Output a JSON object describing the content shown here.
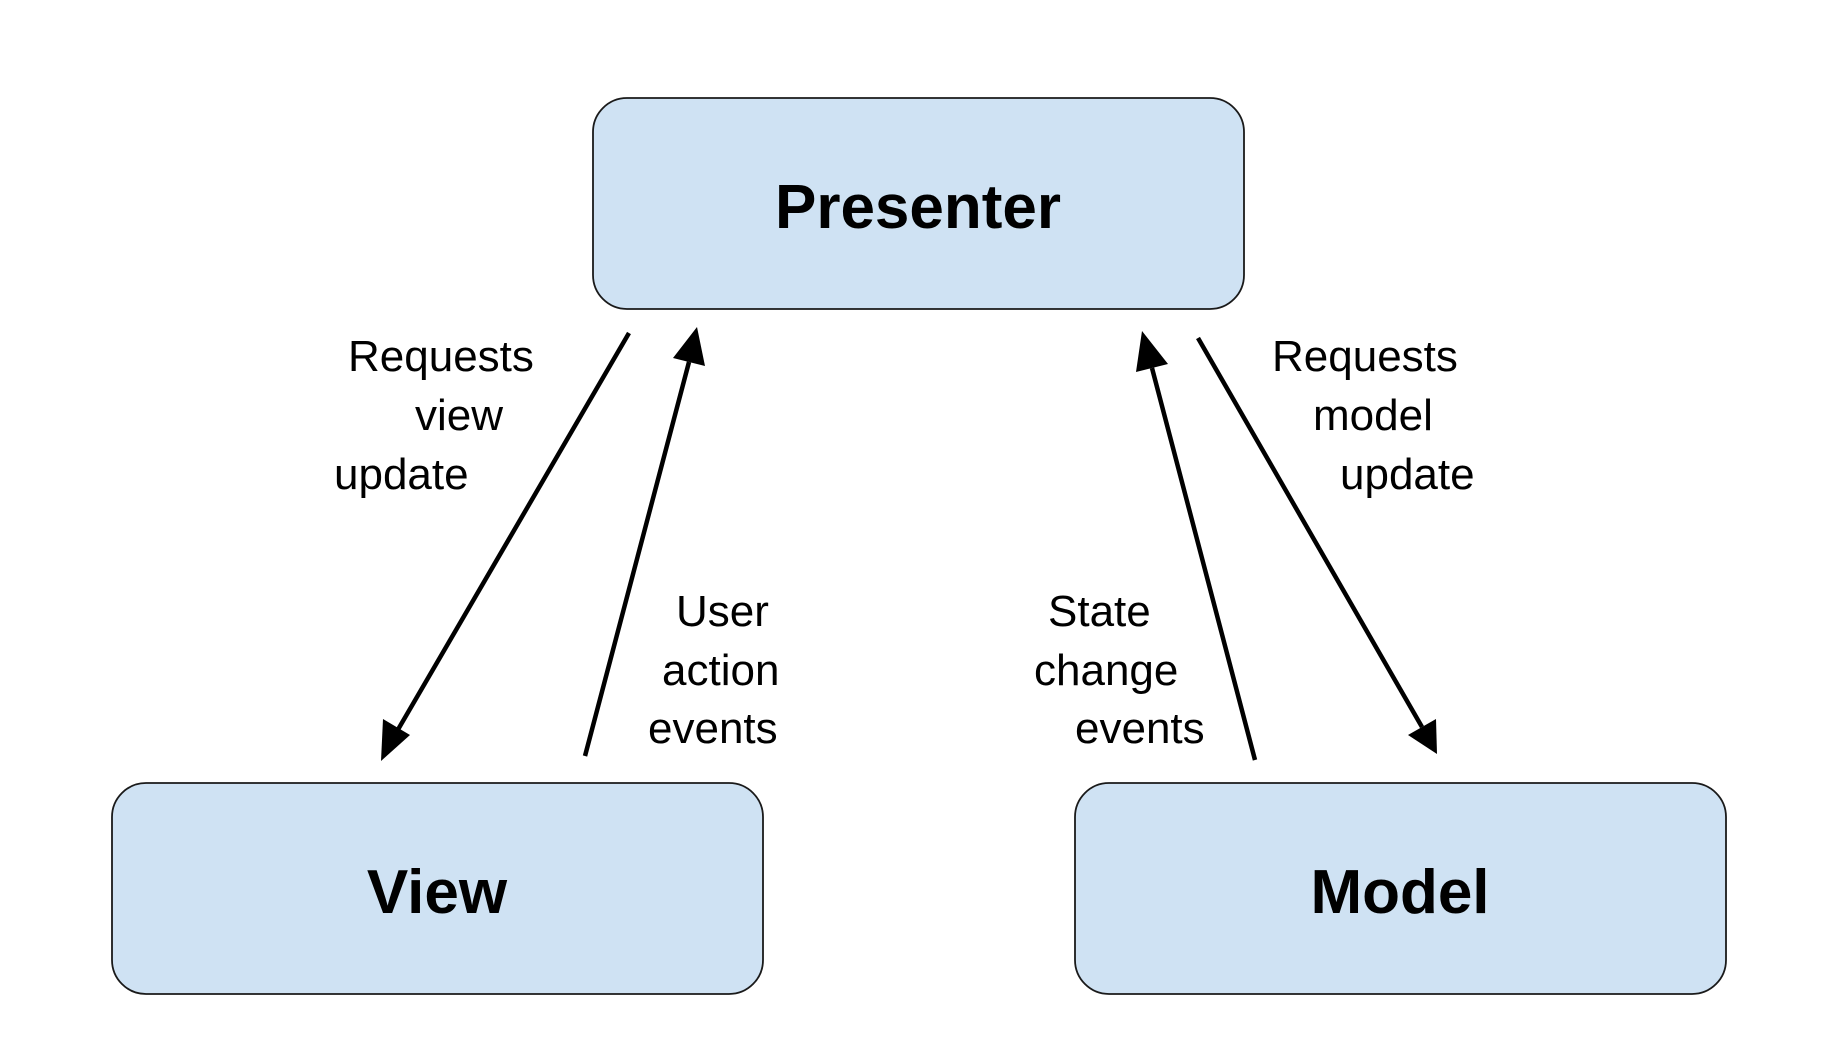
{
  "nodes": {
    "presenter": {
      "label": "Presenter"
    },
    "view": {
      "label": "View"
    },
    "model": {
      "label": "Model"
    }
  },
  "edges": {
    "presenter_to_view": {
      "lines": [
        "Requests",
        "view",
        "update"
      ]
    },
    "view_to_presenter": {
      "lines": [
        "User",
        "action",
        "events"
      ]
    },
    "model_to_presenter": {
      "lines": [
        "State",
        "change",
        "events"
      ]
    },
    "presenter_to_model": {
      "lines": [
        "Requests",
        "model",
        "update"
      ]
    }
  },
  "colors": {
    "box_fill": "#cfe2f3",
    "box_stroke": "#1a1a1a",
    "ink": "#000000"
  }
}
